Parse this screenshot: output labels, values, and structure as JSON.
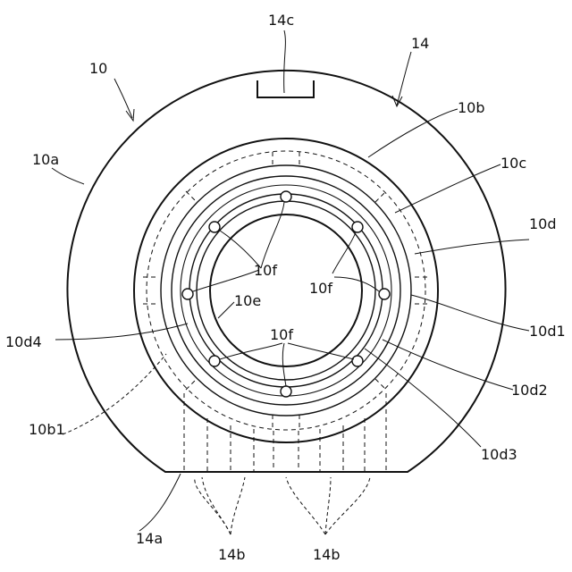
{
  "labels": {
    "l10": "10",
    "l14": "14",
    "l14c": "14c",
    "l10a": "10a",
    "l10b": "10b",
    "l10c": "10c",
    "l10d": "10d",
    "l10f_left": "10f",
    "l10f_right": "10f",
    "l10f_bottom": "10f",
    "l10e": "10e",
    "l10d4": "10d4",
    "l10d1": "10d1",
    "l10b1": "10b1",
    "l10d2": "10d2",
    "l10d3": "10d3",
    "l14a": "14a",
    "l14b_left": "14b",
    "l14b_right": "14b"
  }
}
